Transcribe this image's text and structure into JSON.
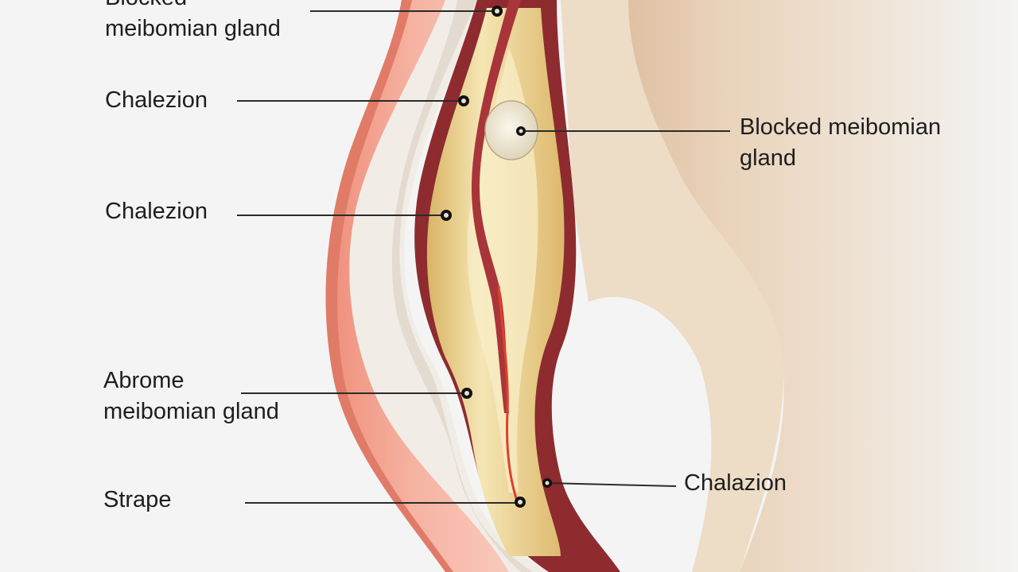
{
  "labels": {
    "top_left": {
      "line1": "Blocked",
      "line2": "meibomian gland"
    },
    "chalazion_upper_left": "Chalezion",
    "chalazion_middle_left": "Chalezion",
    "abrome": {
      "line1": "Abrome",
      "line2": "meibomian gland"
    },
    "strape": "Strape",
    "blocked_right": {
      "line1": "Blocked meibomian",
      "line2": "gland"
    },
    "chalazion_lower_right": "Chalazion"
  },
  "colors": {
    "background": "#f4f4f4",
    "skin_outer": "#ef8e7a",
    "skin_pink": "#f6b4a3",
    "tissue_white": "#f1ede6",
    "muscle_dark": "#8e2b2f",
    "gland_yellow": "#e8cd86",
    "gland_highlight": "#f5e6b4",
    "cyst": "#f1ebd8",
    "duct": "#e0402a",
    "skin_beige": "#e9d2b8"
  }
}
